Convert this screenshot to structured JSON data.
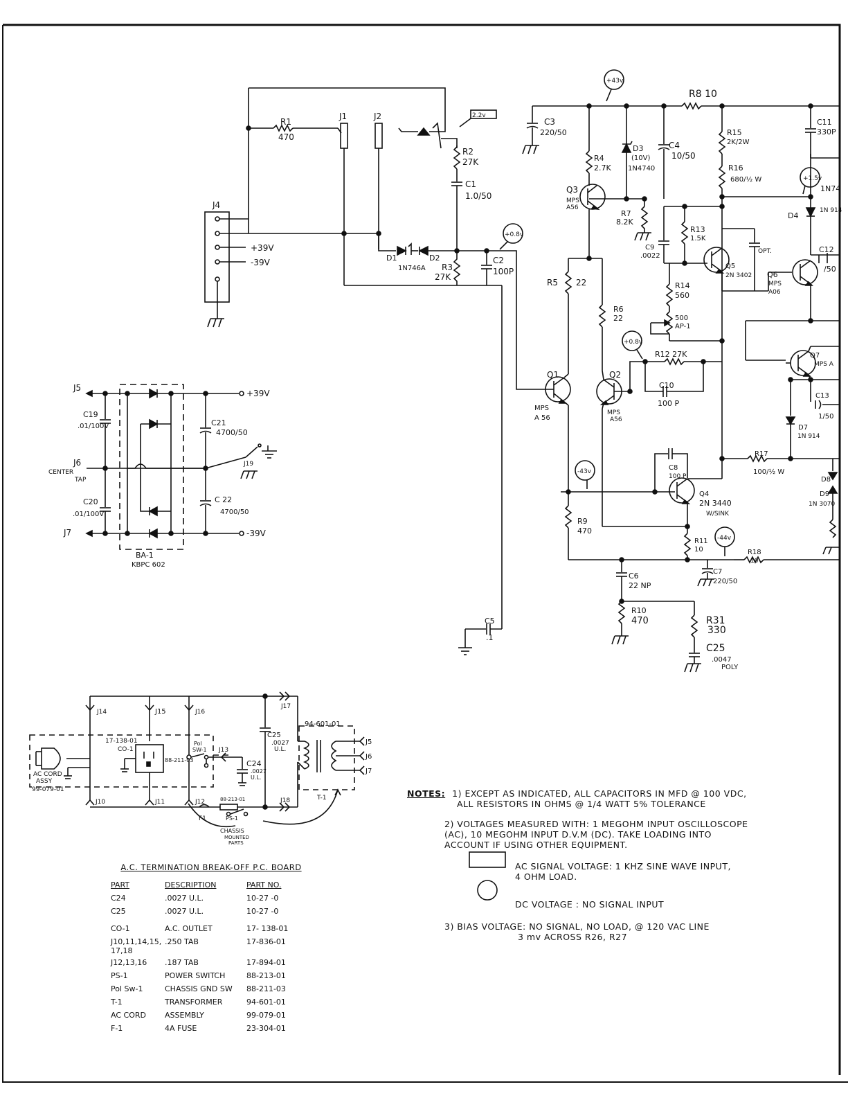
{
  "labels": {
    "r810": "R8 10",
    "r1": "R1",
    "r1v": "470",
    "j1": "J1",
    "j2": "J2",
    "r2": "R2",
    "r2v": "27K",
    "c1": "C1",
    "c1v": "1.0/50",
    "v22": "2.2v",
    "j4": "J4",
    "p39": "+39V",
    "n39": "-39V",
    "d1": "D1",
    "d2": "D2",
    "d1v": "1N746A",
    "r3": "R3",
    "r3v": "27K",
    "c2": "C2",
    "c2v": "100P",
    "v08a": "+0.8v",
    "c3": "C3",
    "c3v": "220/50",
    "v43": "+43v",
    "r4": "R4",
    "r4v": "2.7K",
    "d3": "D3",
    "d3v": "(10V)",
    "d3p": "1N4740",
    "c4": "C4",
    "c4v": "10/50",
    "q3": "Q3",
    "q3t": "MPS",
    "q3p": "A56",
    "r7": "R7",
    "r7v": "8.2K",
    "r15": "R15",
    "r15v": "2K/2W",
    "r16": "R16",
    "r16v": "680/½ W",
    "v15": "+1.5v",
    "c11": "C11",
    "c11v": "330P",
    "in74": "1N74",
    "d4": "D4",
    "d4v": "1N 914",
    "r13": "R13",
    "r13v": "1.5K",
    "c9": "C9",
    "c9v": ".0022",
    "q5": "Q5",
    "q5p": "2N 3402",
    "opt": "OPT.",
    "q6": "Q6",
    "q6t": "MPS",
    "q6p": "A06",
    "c12": "C12",
    "c12v": "/50",
    "r5": "R5",
    "r5v": "22",
    "r14": "R14",
    "r14v": "560",
    "ap": "500",
    "ap1": "AP-1",
    "r6": "R6",
    "r6v": "22",
    "v08b": "+0.8v",
    "r12": "R12  27K",
    "c10": "C10",
    "c10v": "100 P",
    "q1": "Q1",
    "q1t": "MPS",
    "q1p": "A 56",
    "q2": "Q2",
    "q2t": "MPS",
    "q2p": "A56",
    "q7": "Q7",
    "q7t": "MPS A",
    "c13": "C13",
    "c13v": "1/50",
    "d7": "D7",
    "d7v": "1N 914",
    "r17": "R17",
    "r17v": "100/½ W",
    "d8": "D8",
    "d9": "D9",
    "d9v": "1N 3070",
    "v43n": "-43v",
    "c8": "C8",
    "c8v": "100 P",
    "q4": "Q4",
    "q4p": "2N 3440",
    "q4s": "W/SINK",
    "r9": "R9",
    "r9v": "470",
    "r11": "R11",
    "r11v": "10",
    "v44": "-44v",
    "r18": "R18",
    "r18v": "10",
    "c7": "C7",
    "c7v": "220/50",
    "c6": "C6",
    "c6v": "22 NP",
    "r10": "R10",
    "r10v": "470",
    "r31": "R31",
    "r31v": "330",
    "c25b": "C25",
    "c25bv": ".0047",
    "c25bp": "POLY",
    "c5": "C5",
    "c5v": ".1",
    "j5": "J5",
    "j6": "J6",
    "j7": "J7",
    "center": "CENTER",
    "tap": "TAP",
    "c19": "C19",
    "c19v": ".01/100V",
    "c20": "C20",
    "c20v": ".01/100V",
    "c21": "C21",
    "c21v": "4700/50",
    "c22": "C 22",
    "c22v": "4700/50",
    "j19": "J19",
    "p39b": "+39V",
    "n39b": "-39V",
    "ba1": "BA-1",
    "ba1p": "KBPC 602",
    "j14": "J14",
    "j15": "J15",
    "j16": "J16",
    "j17": "J17",
    "co1": "17-138-01",
    "co1b": "CO-1",
    "acc": "AC CORD",
    "acc2": "ASSY",
    "acc3": "99-079-01",
    "pol": "Pol",
    "polsw": "SW-1",
    "pol3": "88-211-03",
    "j13": "J13",
    "c25a": "C25",
    "c25av": ".0027",
    "c25au": "U.L.",
    "c24": "C24",
    "c24v": ".0027",
    "c24u": "U.L.",
    "t1p": "94-601-01",
    "t1": "T-1",
    "j5b": "J5",
    "j6b": "J6",
    "j7b": "J7",
    "j10": "J10",
    "j11": "J11",
    "j12": "J12",
    "j18": "J18",
    "f1": "F1",
    "ps1n": "88-213-01",
    "ps1": "PS-1",
    "chassis": "CHASSIS",
    "mounted": "MOUNTED",
    "parts": "PARTS"
  },
  "notes": {
    "header": "NOTES:",
    "n1a": "1) EXCEPT AS INDICATED, ALL CAPACITORS IN MFD @ 100 VDC,",
    "n1b": "ALL RESISTORS IN OHMS @ 1/4 WATT 5% TOLERANCE",
    "n2a": "2) VOLTAGES MEASURED WITH: 1 MEGOHM INPUT OSCILLOSCOPE",
    "n2b": "(AC), 10 MEGOHM INPUT D.V.M (DC). TAKE LOADING INTO",
    "n2c": "ACCOUNT IF USING OTHER EQUIPMENT.",
    "ac": "AC SIGNAL VOLTAGE: 1 KHZ SINE WAVE INPUT,",
    "ac2": "4 OHM LOAD.",
    "dc": "DC VOLTAGE : NO SIGNAL INPUT",
    "n3a": "3) BIAS VOLTAGE: NO SIGNAL, NO LOAD, @ 120 VAC LINE",
    "n3b": "3 mv ACROSS R26, R27"
  },
  "table": {
    "title": "A.C. TERMINATION BREAK-OFF P.C. BOARD",
    "headers": [
      "PART",
      "DESCRIPTION",
      "PART NO."
    ],
    "rows": [
      [
        "C24",
        ".0027 U.L.",
        "10-27 -0"
      ],
      [
        "C25",
        ".0027 U.L.",
        "10-27 -0"
      ],
      [
        "CO-1",
        "A.C. OUTLET",
        "17- 138-01"
      ],
      [
        "J10,11,14,15, 17,18",
        ".250 TAB",
        "17-836-01"
      ],
      [
        "J12,13,16",
        ".187 TAB",
        "17-894-01"
      ],
      [
        "PS-1",
        "POWER SWITCH",
        "88-213-01"
      ],
      [
        "Pol Sw-1",
        "CHASSIS GND SW",
        "88-211-03"
      ],
      [
        "T-1",
        "TRANSFORMER",
        "94-601-01"
      ],
      [
        "AC CORD",
        "ASSEMBLY",
        "99-079-01"
      ],
      [
        "F-1",
        "4A FUSE",
        "23-304-01"
      ]
    ]
  }
}
